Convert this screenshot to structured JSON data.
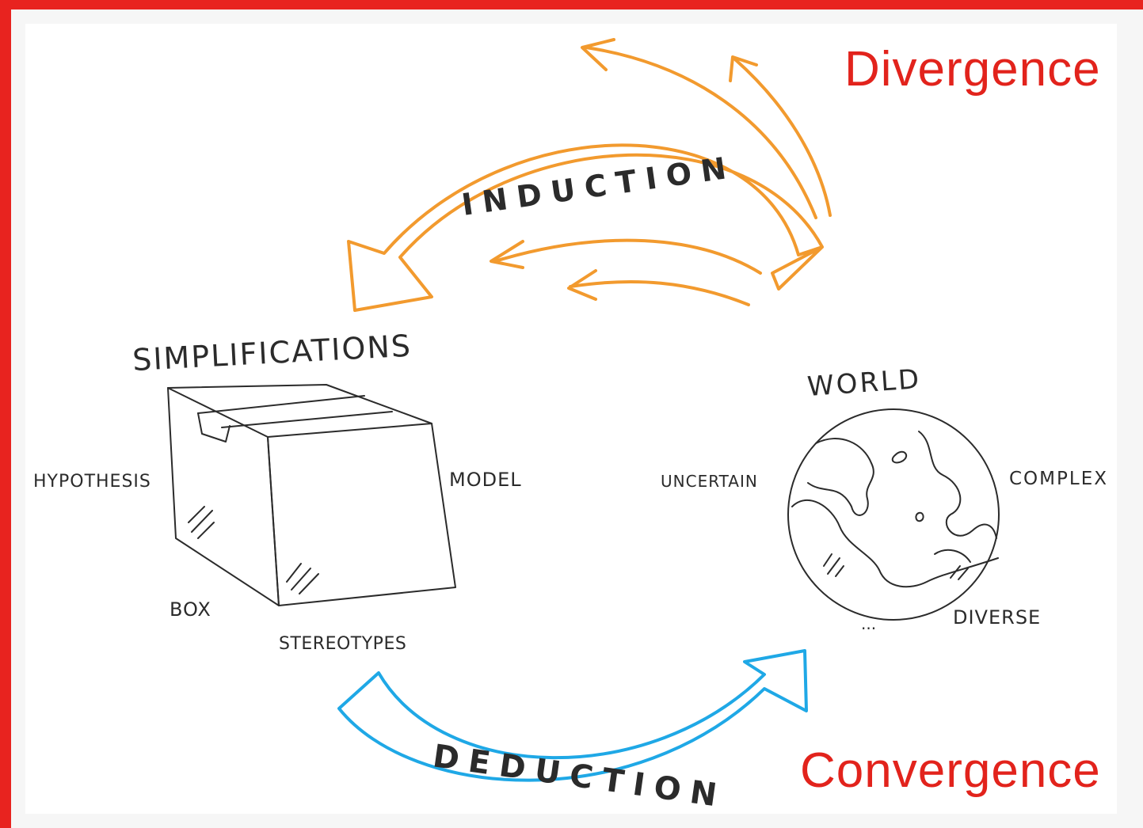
{
  "diagram": {
    "divergence_label": "Divergence",
    "convergence_label": "Convergence",
    "induction_label": "INDUCTION",
    "deduction_label": "DEDUCTION",
    "simplifications": {
      "title": "SIMPLIFICATIONS",
      "hypothesis": "HYPOTHESIS",
      "model": "MODEL",
      "box": "BOX",
      "stereotypes": "STEREOTYPES"
    },
    "world": {
      "title": "WORLD",
      "uncertain": "UNCERTAIN",
      "complex": "COMPLEX",
      "diverse": "DIVERSE",
      "ellipsis": "..."
    },
    "colors": {
      "accent_red": "#e2231c",
      "induction_orange": "#f29a2e",
      "deduction_blue": "#1fa8e6",
      "sketch": "#2b2b2b"
    }
  }
}
